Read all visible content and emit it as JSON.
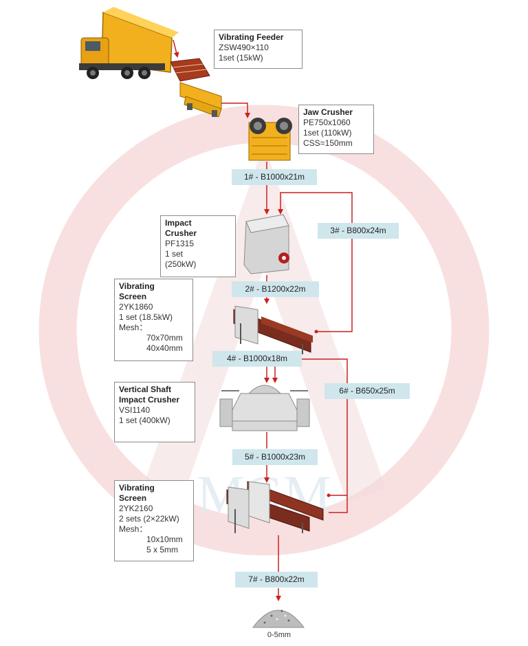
{
  "equipment": {
    "feeder": {
      "title": "Vibrating Feeder",
      "lines": [
        "ZSW490×110",
        "1set  (15kW)"
      ]
    },
    "jaw": {
      "title": "Jaw Crusher",
      "lines": [
        "PE750x1060",
        "1set  (110kW)",
        "CSS=150mm"
      ]
    },
    "impact": {
      "title_lines": [
        "Impact",
        "Crusher"
      ],
      "lines": [
        "PF1315",
        "1 set",
        "(250kW)"
      ]
    },
    "screen1": {
      "title_lines": [
        "Vibrating",
        "Screen"
      ],
      "lines": [
        "2YK1860",
        "1 set  (18.5kW)",
        "Mesh："
      ],
      "mesh": [
        "70x70mm",
        "40x40mm"
      ]
    },
    "vsi": {
      "title_lines": [
        "Vertical Shaft",
        "Impact Crusher"
      ],
      "lines": [
        "VSI1140",
        "1 set (400kW)"
      ]
    },
    "screen2": {
      "title_lines": [
        "Vibrating",
        "Screen"
      ],
      "lines": [
        "2YK2160",
        "2 sets  (2×22kW)",
        "Mesh："
      ],
      "mesh": [
        "10x10mm",
        "5 x 5mm"
      ]
    }
  },
  "belts": {
    "b1": "1# - B1000x21m",
    "b2": "2# - B1200x22m",
    "b3": "3# - B800x24m",
    "b4": "4# - B1000x18m",
    "b5": "5# - B1000x23m",
    "b6": "6# - B650x25m",
    "b7": "7# - B800x22m"
  },
  "product": "0-5mm",
  "watermark_text": "MGM",
  "colors": {
    "line": "#cc1f1f",
    "belt_bg": "#cfe6ec",
    "box_border": "#8a8a8a",
    "watermark": "#f5c9c9",
    "truck": "#f2b01e",
    "machine_gray": "#d2d2d2",
    "screen_brown": "#7a2c1e"
  }
}
